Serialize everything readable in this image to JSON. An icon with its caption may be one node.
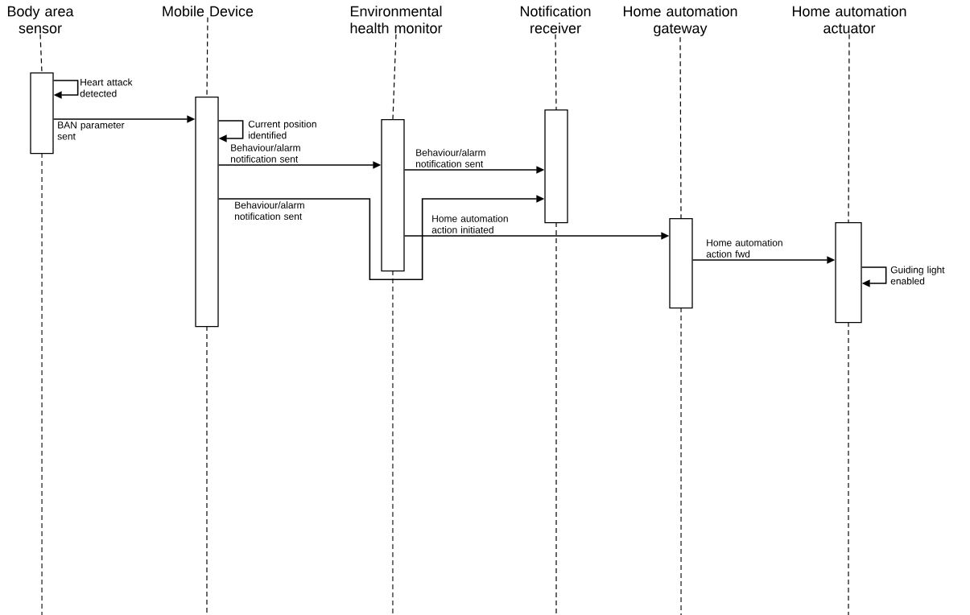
{
  "diagram": {
    "nodes": [
      {
        "text": [
          "Body area sensor"
        ]
      },
      {
        "text": [
          "Mobile Device"
        ]
      },
      {
        "text": [
          "Environmental health monitor"
        ]
      },
      {
        "text": [
          "Notification receiver"
        ]
      },
      {
        "text": [
          "Home automation gateway"
        ]
      },
      {
        "text": [
          "Home automation actuator"
        ]
      },
      {
        "text": [],
        "shape": "bar"
      },
      {
        "text": [],
        "shape": "bar"
      },
      {
        "text": [],
        "shape": "bar"
      },
      {
        "text": [],
        "shape": "bar"
      },
      {
        "text": [],
        "shape": "bar"
      },
      {
        "text": [],
        "shape": "bar"
      }
    ],
    "edges": [
      {
        "from": 0,
        "to": 6,
        "arrow": "none",
        "style": "dashed"
      },
      {
        "from": 1,
        "to": 7,
        "arrow": "none",
        "style": "dashed"
      },
      {
        "from": 2,
        "to": 8,
        "arrow": "none",
        "style": "dashed"
      },
      {
        "from": 3,
        "to": 9,
        "arrow": "none",
        "style": "dashed"
      },
      {
        "from": 4,
        "to": 10,
        "arrow": "none",
        "style": "dashed"
      },
      {
        "from": 5,
        "to": 11,
        "arrow": "none",
        "style": "dashed"
      },
      {
        "from": 6,
        "to": 6,
        "arrow": "to",
        "label": "Heart attack detected"
      },
      {
        "from": 6,
        "to": 7,
        "arrow": "to",
        "label": "BAN parameter sent"
      },
      {
        "from": 7,
        "to": 7,
        "arrow": "to",
        "label": "Current position identified"
      },
      {
        "from": 7,
        "to": 8,
        "arrow": "to",
        "label": "Behaviour/alarm notification sent"
      },
      {
        "from": 8,
        "to": 9,
        "arrow": "to",
        "label": "Behaviour/alarm notification sent"
      },
      {
        "from": 7,
        "to": 9,
        "arrow": "to",
        "label": "Behaviour/alarm notification sent"
      },
      {
        "from": 8,
        "to": 10,
        "arrow": "to",
        "label": "Home automation action initiated"
      },
      {
        "from": 10,
        "to": 11,
        "arrow": "to",
        "label": "Home automation action fwd"
      },
      {
        "from": 11,
        "to": 11,
        "arrow": "to",
        "label": "Guiding light enabled"
      }
    ]
  }
}
